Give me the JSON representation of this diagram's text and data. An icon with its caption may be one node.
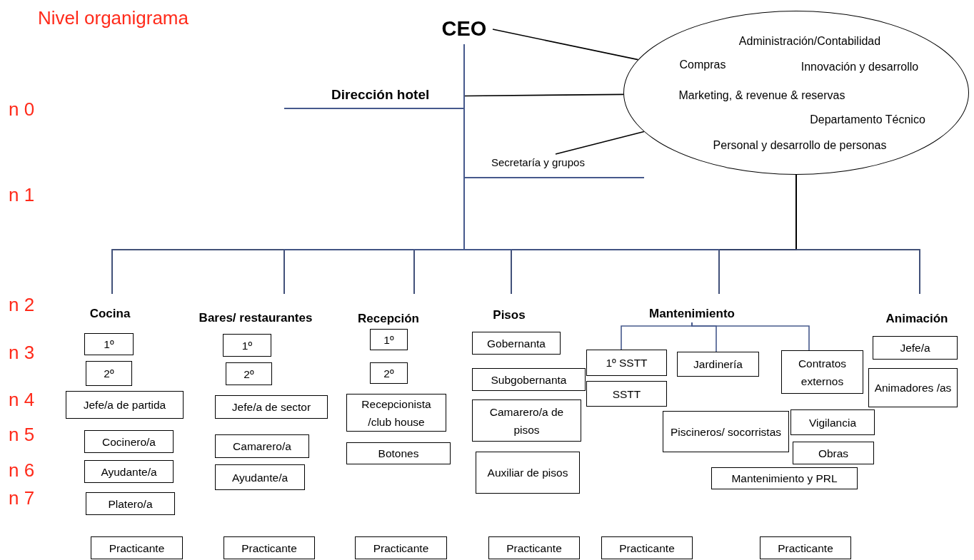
{
  "diagram": {
    "title": "Nivel organigrama",
    "nodes": [
      {
        "text": [
          "CEO"
        ]
      },
      {
        "text": [
          "Dirección hotel"
        ]
      },
      {
        "text": [
          "Administración/Contabilidad",
          "Compras",
          "Innovación y desarrollo",
          "Marketing, & revenue & reservas",
          "Departamento Técnico",
          "Personal y desarrollo de personas"
        ]
      },
      {
        "text": [
          "Secretaría y grupos"
        ]
      },
      {
        "text": [
          "Cocina"
        ]
      },
      {
        "text": [
          "Bares/ restaurantes"
        ]
      },
      {
        "text": [
          "Recepción"
        ]
      },
      {
        "text": [
          "Pisos"
        ]
      },
      {
        "text": [
          "Mantenimiento"
        ]
      },
      {
        "text": [
          "Animación"
        ]
      },
      {
        "text": [
          "1º"
        ]
      },
      {
        "text": [
          "2º"
        ]
      },
      {
        "text": [
          "Jefe/a de partida"
        ]
      },
      {
        "text": [
          "Cocinero/a"
        ]
      },
      {
        "text": [
          "Ayudante/a"
        ]
      },
      {
        "text": [
          "Platero/a"
        ]
      },
      {
        "text": [
          "1º"
        ]
      },
      {
        "text": [
          "2º"
        ]
      },
      {
        "text": [
          "Jefe/a de sector"
        ]
      },
      {
        "text": [
          "Camarero/a"
        ]
      },
      {
        "text": [
          "Ayudante/a"
        ]
      },
      {
        "text": [
          "1º"
        ]
      },
      {
        "text": [
          "2º"
        ]
      },
      {
        "text": [
          "Recepcionista /club house"
        ]
      },
      {
        "text": [
          "Botones"
        ]
      },
      {
        "text": [
          "Gobernanta"
        ]
      },
      {
        "text": [
          "Subgobernanta"
        ]
      },
      {
        "text": [
          "Camarero/a de pisos"
        ]
      },
      {
        "text": [
          "Auxiliar de pisos"
        ]
      },
      {
        "text": [
          "1º SSTT"
        ]
      },
      {
        "text": [
          "SSTT"
        ]
      },
      {
        "text": [
          "Jardinería"
        ]
      },
      {
        "text": [
          "Contratos externos"
        ]
      },
      {
        "text": [
          "Piscineros/ socorristas"
        ]
      },
      {
        "text": [
          "Vigilancia"
        ]
      },
      {
        "text": [
          "Obras"
        ]
      },
      {
        "text": [
          "Mantenimiento y PRL"
        ]
      },
      {
        "text": [
          "Jefe/a"
        ]
      },
      {
        "text": [
          "Animadores /as"
        ]
      },
      {
        "text": [
          "Practicante"
        ]
      },
      {
        "text": [
          "Practicante"
        ]
      },
      {
        "text": [
          "Practicante"
        ]
      },
      {
        "text": [
          "Practicante"
        ]
      },
      {
        "text": [
          "Practicante"
        ]
      },
      {
        "text": [
          "Practicante"
        ]
      }
    ],
    "edges": [
      {
        "from": 0,
        "to": 2,
        "arrow": "none",
        "color": "#000000"
      },
      {
        "from": 1,
        "to": 2,
        "arrow": "none",
        "color": "#000000"
      },
      {
        "from": 3,
        "to": 2,
        "arrow": "none",
        "color": "#000000"
      },
      {
        "from": 2,
        "to": 4,
        "arrow": "none",
        "color": "#000000"
      },
      {
        "from": 2,
        "to": 5,
        "arrow": "none",
        "color": "#000000"
      },
      {
        "from": 2,
        "to": 6,
        "arrow": "none",
        "color": "#000000"
      },
      {
        "from": 2,
        "to": 7,
        "arrow": "none",
        "color": "#000000"
      },
      {
        "from": 2,
        "to": 8,
        "arrow": "none",
        "color": "#000000"
      },
      {
        "from": 2,
        "to": 9,
        "arrow": "none",
        "color": "#000000"
      },
      {
        "from": 0,
        "to": 1,
        "arrow": "none"
      },
      {
        "from": 0,
        "to": 3,
        "arrow": "none"
      },
      {
        "from": 0,
        "to": 4,
        "arrow": "none"
      },
      {
        "from": 0,
        "to": 5,
        "arrow": "none"
      },
      {
        "from": 0,
        "to": 6,
        "arrow": "none"
      },
      {
        "from": 0,
        "to": 7,
        "arrow": "none"
      },
      {
        "from": 0,
        "to": 8,
        "arrow": "none"
      },
      {
        "from": 0,
        "to": 9,
        "arrow": "none"
      },
      {
        "from": 8,
        "to": 29,
        "arrow": "none"
      },
      {
        "from": 8,
        "to": 31,
        "arrow": "none"
      },
      {
        "from": 8,
        "to": 32,
        "arrow": "none"
      }
    ],
    "labels": [
      "n 0",
      "n 1",
      "n 2",
      "n 3",
      "n 4",
      "n 5",
      "n 6",
      "n 7"
    ]
  }
}
